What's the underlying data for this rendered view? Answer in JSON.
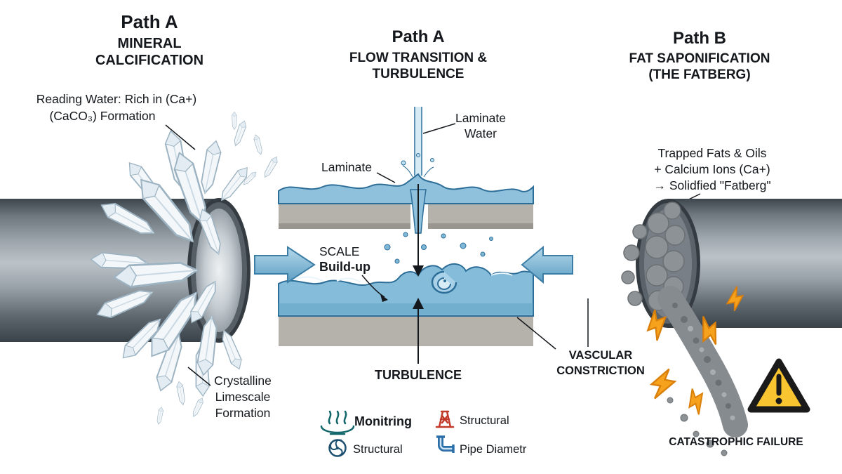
{
  "sections": {
    "left": {
      "path_label": "Path A",
      "title_line1": "MINERAL",
      "title_line2": "CALCIFICATION",
      "reading_label_line1": "Reading Water: Rich in (Ca+)",
      "reading_label_line2": "(CaCO₃) Formation",
      "crystal_label_line1": "Crystalline",
      "crystal_label_line2": "Limescale",
      "crystal_label_line3": "Formation"
    },
    "middle": {
      "path_label": "Path A",
      "title_line1": "FLOW TRANSITION &",
      "title_line2": "TURBULENCE",
      "laminate_water_line1": "Laminate",
      "laminate_water_line2": "Water",
      "laminate_label": "Laminate",
      "scale_label_line1": "SCALE",
      "scale_label_line2": "Build-up",
      "turbulence_label": "TURBULENCE",
      "vascular_label_line1": "VASCULAR",
      "vascular_label_line2": "CONSTRICTION"
    },
    "right": {
      "path_label": "Path B",
      "title_line1": "FAT SAPONIFICATION",
      "title_line2": "(THE FATBERG)",
      "trapped_label_line1": "Trapped Fats & Oils",
      "trapped_label_line2": "+ Calcium Ions (Ca+)",
      "trapped_label_line3": "→ Solidfied \"Fatberg\"",
      "failure_label": "CATASTROPHIC FAILURE"
    }
  },
  "legend": {
    "items": [
      {
        "icon": "steam-monitoring-icon",
        "label": "Monitring"
      },
      {
        "icon": "structural-tower-icon",
        "label": "Structural"
      },
      {
        "icon": "impeller-icon",
        "label": "Structural"
      },
      {
        "icon": "pipe-diameter-icon",
        "label": "Pipe Diametr"
      }
    ]
  },
  "colors": {
    "pipe_gray": "#8b949b",
    "water_blue": "#8fc1dd",
    "water_outline": "#2d6e99",
    "arrow_blue": "#79b4d4",
    "fatberg_gray": "#8d9296",
    "bolt_orange": "#f6a21d",
    "warning_yellow": "#f8c42f",
    "legend_teal": "#13666a",
    "legend_red": "#c23b2a",
    "legend_blue": "#2a6fa8",
    "text_dark": "#14181c"
  }
}
